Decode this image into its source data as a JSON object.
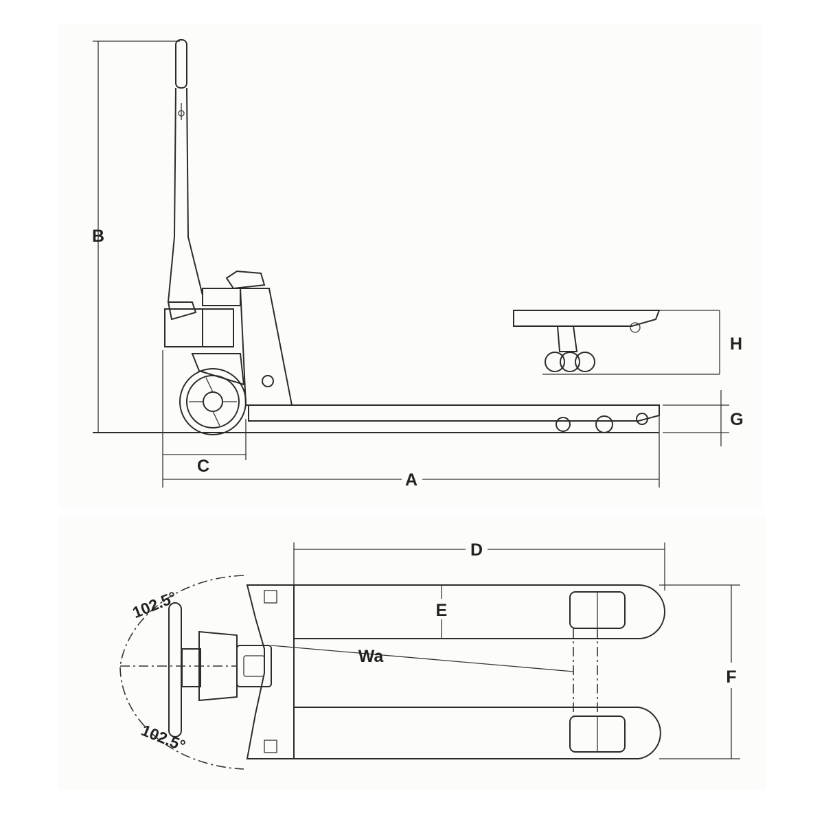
{
  "title": "Pallet jack dimension diagram",
  "side_view": {
    "labels": {
      "A": "A",
      "B": "B",
      "C": "C",
      "G": "G",
      "H": "H"
    }
  },
  "top_view": {
    "labels": {
      "D": "D",
      "E": "E",
      "F": "F",
      "Wa": "Wa"
    },
    "steering_angle_top": "102.5°",
    "steering_angle_bottom": "102.5°"
  },
  "colors": {
    "line": "#2b2b2b",
    "panel": "#fcfcfa"
  }
}
